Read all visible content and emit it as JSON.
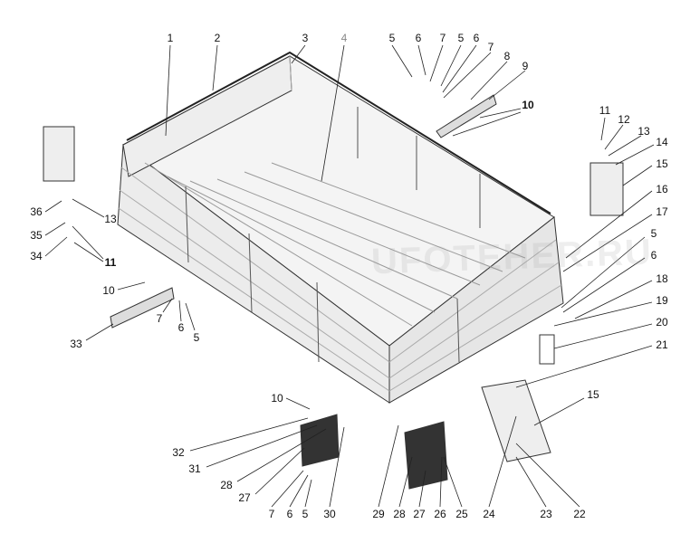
{
  "watermark": "UFOTEHER.RU",
  "labels": [
    "1",
    "2",
    "3",
    "4",
    "5",
    "6",
    "7",
    "5",
    "6",
    "7",
    "8",
    "9",
    "10",
    "11",
    "12",
    "13",
    "14",
    "15",
    "16",
    "17",
    "5",
    "6",
    "18",
    "19",
    "20",
    "21",
    "36",
    "35",
    "34",
    "13",
    "11",
    "10",
    "7",
    "6",
    "5",
    "33",
    "10",
    "32",
    "31",
    "28",
    "27",
    "7",
    "6",
    "5",
    "30",
    "29",
    "28",
    "27",
    "26",
    "25",
    "24",
    "23",
    "22",
    "15"
  ]
}
